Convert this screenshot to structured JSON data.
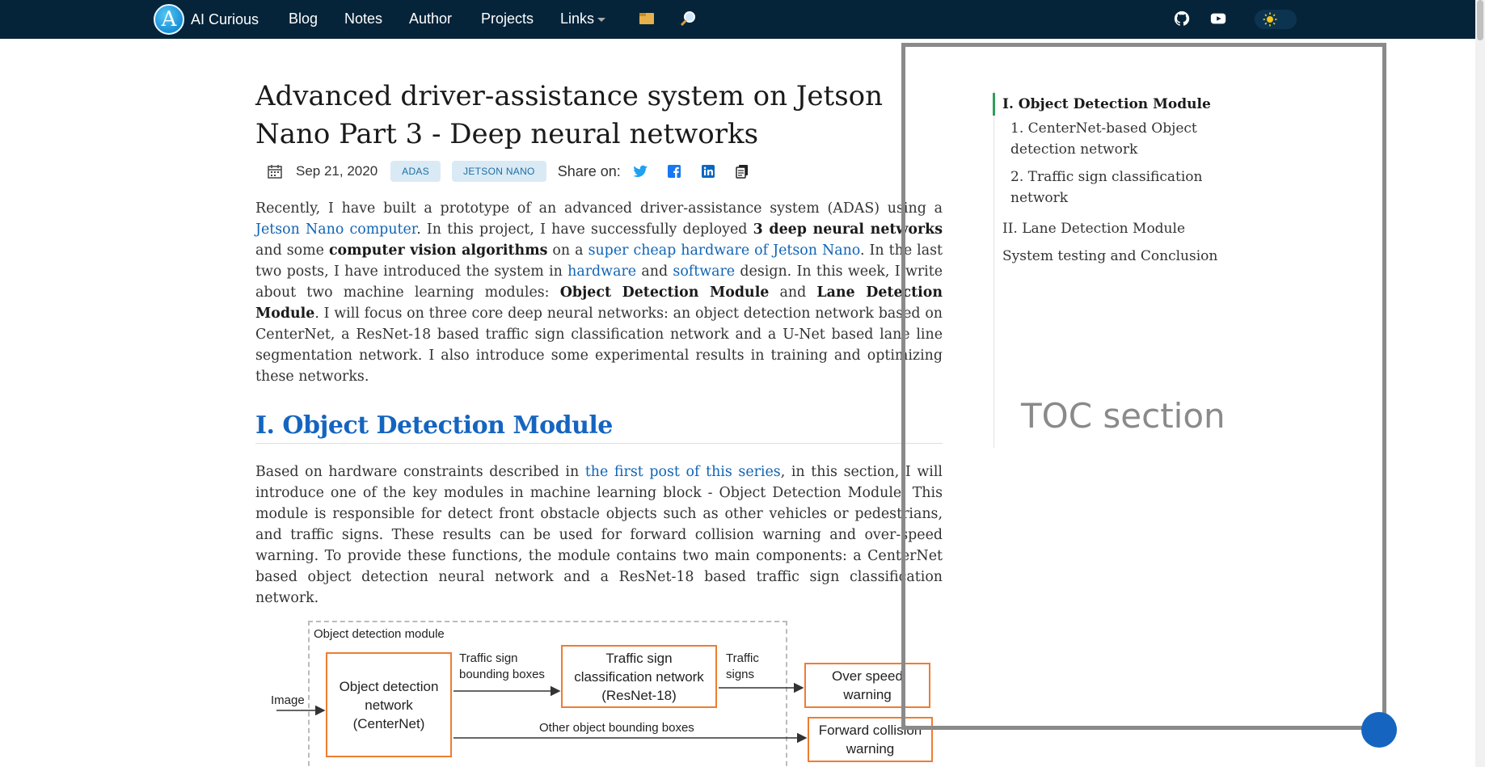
{
  "nav": {
    "brand_letter": "A",
    "brand": "AI Curious",
    "items": [
      "Blog",
      "Notes",
      "Author",
      "Projects",
      "Links"
    ]
  },
  "article": {
    "title": "Advanced driver-assistance system on Jetson Nano Part 3 - Deep neural networks",
    "date": "Sep 21, 2020",
    "tags": [
      "ADAS",
      "JETSON NANO"
    ],
    "share_label": "Share on:",
    "p1": {
      "t1": "Recently, I have built a prototype of an advanced driver-assistance system (ADAS) using a ",
      "l1": "Jetson Nano computer",
      "t2": ". In this project, I have successfully deployed ",
      "b1": "3 deep neural networks",
      "t3": " and some ",
      "b2": "computer vision algorithms",
      "t4": " on a ",
      "l2": "super cheap hardware of Jetson Nano",
      "t5": ". In the last two posts, I have introduced the system in ",
      "l3": "hardware",
      "t6": " and ",
      "l4": "software",
      "t7": " design. In this week, I write about two machine learning modules: ",
      "b3": "Object Detection Module",
      "t8": " and ",
      "b4": "Lane Detection Module",
      "t9": ". I will focus on three core deep neural networks: an object detection network based on CenterNet, a ResNet-18 based traffic sign classification network and a U-Net based lane line segmentation network. I also introduce some experimental results in training and optimizing these networks."
    },
    "h2": "I. Object Detection Module",
    "p2": {
      "t1": "Based on hardware constraints described in ",
      "l1": "the first post of this series",
      "t2": ", in this section, I will introduce one of the key modules in machine learning block - Object Detection Module. This module is responsible for detect front obstacle objects such as other vehicles or pedestrians, and traffic signs. These results can be used for forward collision warning and over-speed warning. To provide these functions, the module contains two main components: a CenterNet based object detection neural network and a ResNet-18 based traffic sign classification network."
    }
  },
  "diagram": {
    "module_label": "Object detection module",
    "input": "Image",
    "od_net": "Object detection network (CenterNet)",
    "ts_net": "Traffic sign classification network (ResNet-18)",
    "edge_boxes": "Traffic sign bounding boxes",
    "edge_signs": "Traffic signs",
    "edge_other": "Other object bounding boxes",
    "overspeed": "Over speed warning",
    "fcw": "Forward collision warning"
  },
  "toc": {
    "items": [
      "I. Object Detection Module",
      "1. CenterNet-based Object detection network",
      "2. Traffic sign classification network",
      "II. Lane Detection Module",
      "System testing and Conclusion"
    ],
    "overlay_label": "TOC section"
  },
  "colors": {
    "navbar": "#05243a",
    "link": "#1164b4",
    "heading": "#1565c0",
    "diagram_box": "#ed7d31",
    "toc_active": "#2e9e5c"
  }
}
